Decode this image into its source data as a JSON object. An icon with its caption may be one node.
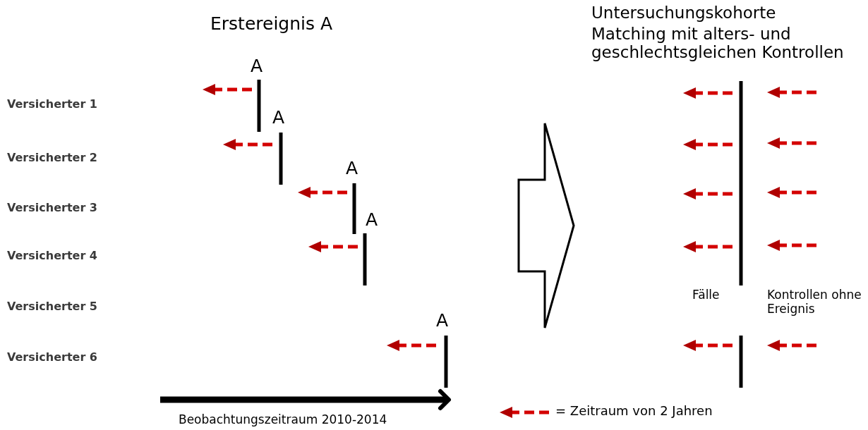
{
  "diagram": {
    "labels": [
      "Erstereignis A",
      "Untersuchungskohorte",
      "Matching mit alters- und geschlechtsgleichen Kontrollen",
      "A",
      "Versicherter 1",
      "A",
      "Versicherter 2",
      "A",
      "Versicherter 3",
      "A",
      "Versicherter 4",
      "Versicherter 5",
      "A",
      "Fälle",
      "Kontrollen ohne Ereignis",
      "Versicherter 6",
      "Beobachtungszeitraum 2010-2014"
    ],
    "legend": [
      {
        "text": "= Zeitraum von 2 Jahren"
      }
    ]
  }
}
